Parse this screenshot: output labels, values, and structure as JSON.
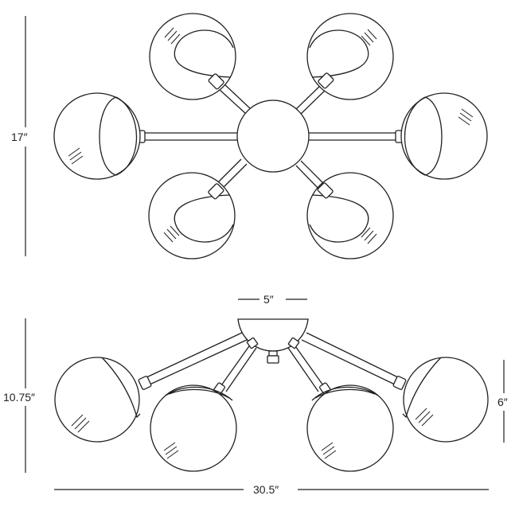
{
  "dimensions": {
    "height_top": "17″",
    "canopy_diameter": "5″",
    "height_side": "10.75″",
    "shade": "6″",
    "width": "30.5″"
  },
  "colors": {
    "line": "#231f20",
    "background": "#ffffff"
  }
}
